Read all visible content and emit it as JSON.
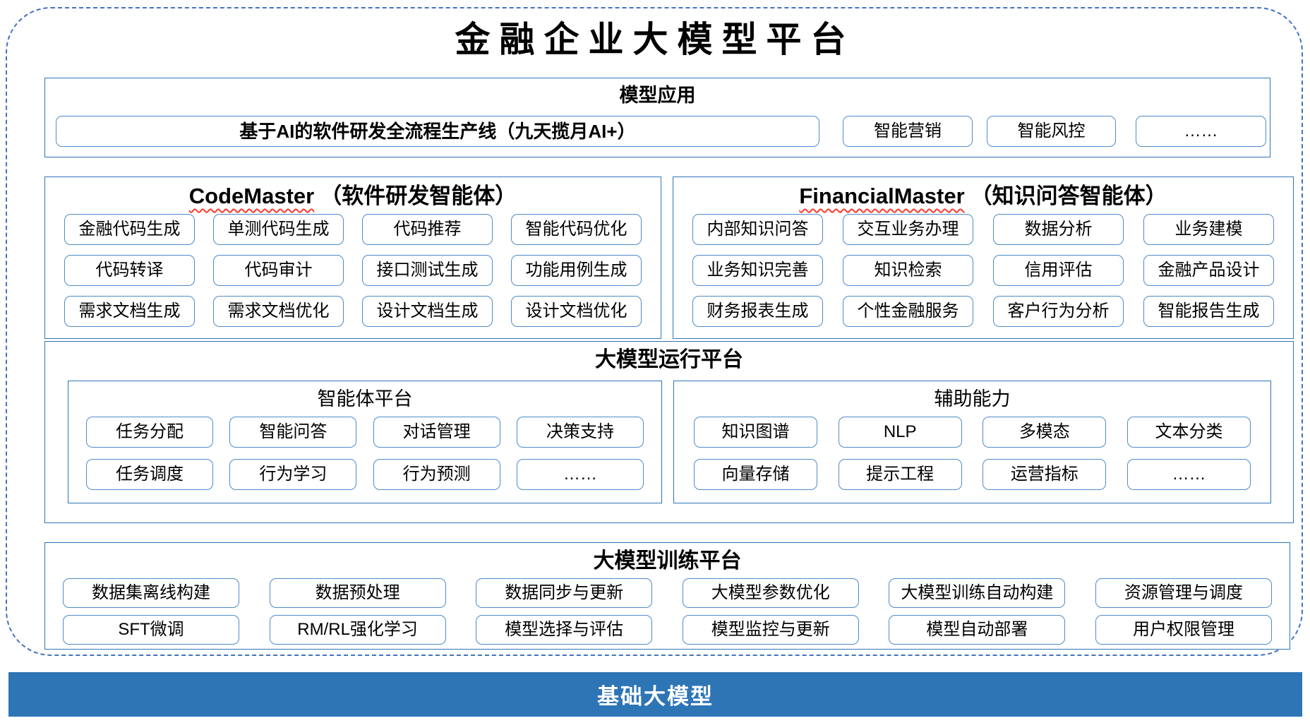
{
  "title": "金融企业大模型平台",
  "colors": {
    "accent": "#2e75b6",
    "section_border": "#2e75b6",
    "box_border": "#4e8bcb",
    "dashed_border": "#4472c4",
    "spellcheck_underline": "#ff3a2d",
    "foundation_bar_bg": "#2e75b6",
    "foundation_bar_text": "#ffffff"
  },
  "sections": {
    "model_app": {
      "label": "模型应用",
      "wide_box": "基于AI的软件研发全流程生产线（九天揽月AI+）",
      "boxes": [
        "智能营销",
        "智能风控",
        "……"
      ]
    },
    "code_master": {
      "name": "CodeMaster",
      "suffix": "（软件研发智能体）",
      "rows": [
        [
          "金融代码生成",
          "单测代码生成",
          "代码推荐",
          "智能代码优化"
        ],
        [
          "代码转译",
          "代码审计",
          "接口测试生成",
          "功能用例生成"
        ],
        [
          "需求文档生成",
          "需求文档优化",
          "设计文档生成",
          "设计文档优化"
        ]
      ]
    },
    "financial_master": {
      "name": "FinancialMaster",
      "suffix": "（知识问答智能体）",
      "rows": [
        [
          "内部知识问答",
          "交互业务办理",
          "数据分析",
          "业务建模"
        ],
        [
          "业务知识完善",
          "知识检索",
          "信用评估",
          "金融产品设计"
        ],
        [
          "财务报表生成",
          "个性金融服务",
          "客户行为分析",
          "智能报告生成"
        ]
      ]
    },
    "runtime": {
      "label": "大模型运行平台",
      "sub": [
        {
          "label": "智能体平台",
          "rows": [
            [
              "任务分配",
              "智能问答",
              "对话管理",
              "决策支持"
            ],
            [
              "任务调度",
              "行为学习",
              "行为预测",
              "……"
            ]
          ]
        },
        {
          "label": "辅助能力",
          "rows": [
            [
              "知识图谱",
              "NLP",
              "多模态",
              "文本分类"
            ],
            [
              "向量存储",
              "提示工程",
              "运营指标",
              "……"
            ]
          ]
        }
      ]
    },
    "training": {
      "label": "大模型训练平台",
      "rows": [
        [
          "数据集离线构建",
          "数据预处理",
          "数据同步与更新",
          "大模型参数优化",
          "大模型训练自动构建",
          "资源管理与调度"
        ],
        [
          "SFT微调",
          "RM/RL强化学习",
          "模型选择与评估",
          "模型监控与更新",
          "模型自动部署",
          "用户权限管理"
        ]
      ]
    },
    "foundation": {
      "label": "基础大模型"
    }
  }
}
